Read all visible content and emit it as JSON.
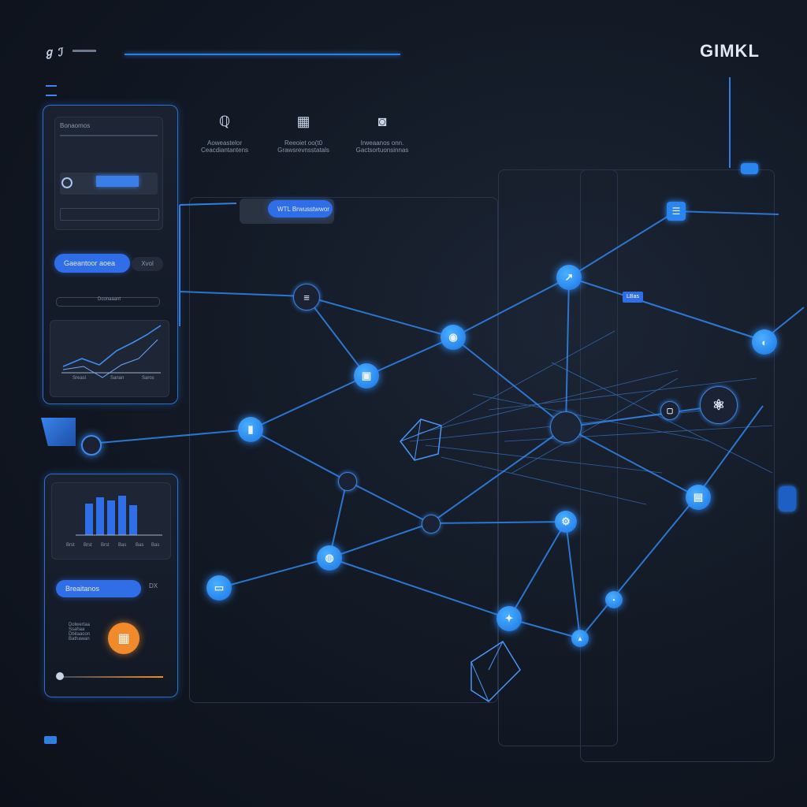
{
  "header": {
    "logo_mark": "ℊ ℐ",
    "brand": "GIMKL"
  },
  "top_tools": [
    {
      "icon": "magnifier-icon",
      "glyph": "ℚ",
      "label": "Aoweastelor",
      "sublabel": "Ceacdiantantens"
    },
    {
      "icon": "window-icon",
      "glyph": "▦",
      "label": "Reeoiet oo(t0",
      "sublabel": "Grawsrevnsstatals"
    },
    {
      "icon": "camera-icon",
      "glyph": "◙",
      "label": "Irweaanos onn.",
      "sublabel": "Gactsortuonsinnas"
    }
  ],
  "left_panel_top": {
    "header_text": "Bonaomos",
    "pill_label": "Gaeantoor aoea",
    "side_tag": "Xvol",
    "search_text": "Dconaaant",
    "chart_ticks": [
      "Sreasl",
      "Sanan",
      "Saros"
    ]
  },
  "left_panel_bottom": {
    "chart_ticks": [
      "Brst",
      "Brst",
      "Brst",
      "Bas",
      "Bas",
      "Bas"
    ],
    "pill_label": "Breaitanos",
    "side_tag": "DX",
    "list_items": [
      "Dolwertaa",
      "Ssahaa",
      "Dbitaacon",
      "Bathawan"
    ],
    "orange_icon": "▦"
  },
  "graph": {
    "callout_label": "WTL Brwusstwwor",
    "badge_label": "LBas"
  },
  "colors": {
    "accent": "#2f6ee6",
    "node": "#1b74e4",
    "orange": "#f08a2a",
    "background": "#131a26"
  }
}
